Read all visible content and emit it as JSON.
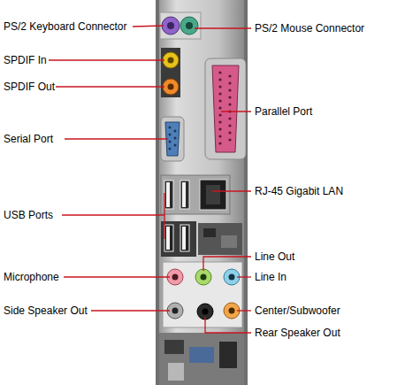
{
  "diagram": {
    "labels": [
      "PS/2 Keyboard Connector",
      "PS/2 Mouse Connector",
      "SPDIF In",
      "SPDIF Out",
      "Parallel Port",
      "Serial Port",
      "RJ-45 Gigabit LAN",
      "USB Ports",
      "Line Out",
      "Microphone",
      "Line In",
      "Side Speaker Out",
      "Center/Subwoofer",
      "Rear Speaker Out"
    ]
  }
}
